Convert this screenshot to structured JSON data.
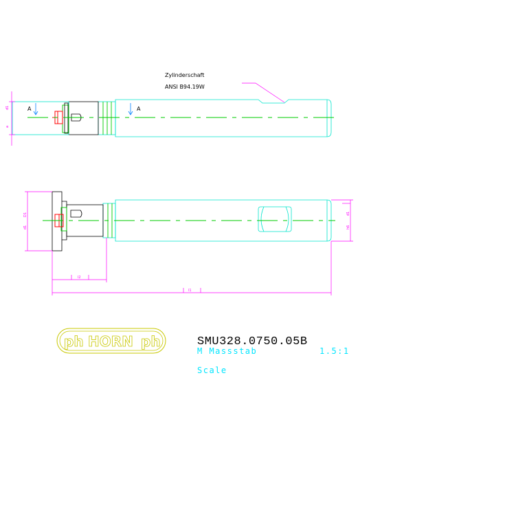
{
  "annotation": {
    "line1": "Zylinderschaft",
    "line2": "ANSI B94.19W"
  },
  "section_marks": {
    "left": "A",
    "right": "A"
  },
  "dimensions": {
    "top_left_vertical": "d1",
    "top_left_small": "a",
    "side_left_outer": "D1",
    "side_left_inner": "d1",
    "side_right_outer": "d1",
    "side_right_inner": "h6",
    "bottom_short": "l2",
    "bottom_long": "l1"
  },
  "title_block": {
    "logo_text": "HORN",
    "logo_mark_left": "ph",
    "logo_mark_right": "ph",
    "part_number": "SMU328.0750.05B",
    "scale_label_de": "M Massstab",
    "scale_label_en": "Scale",
    "scale_value": "1.5:1"
  },
  "colors": {
    "outline": "#00e5cc",
    "centerline": "#00cc00",
    "dimension": "#ff00ff",
    "insert": "#ff0000",
    "leader": "#000000",
    "logo": "#c8c800",
    "scale_text": "#00e5ff"
  }
}
